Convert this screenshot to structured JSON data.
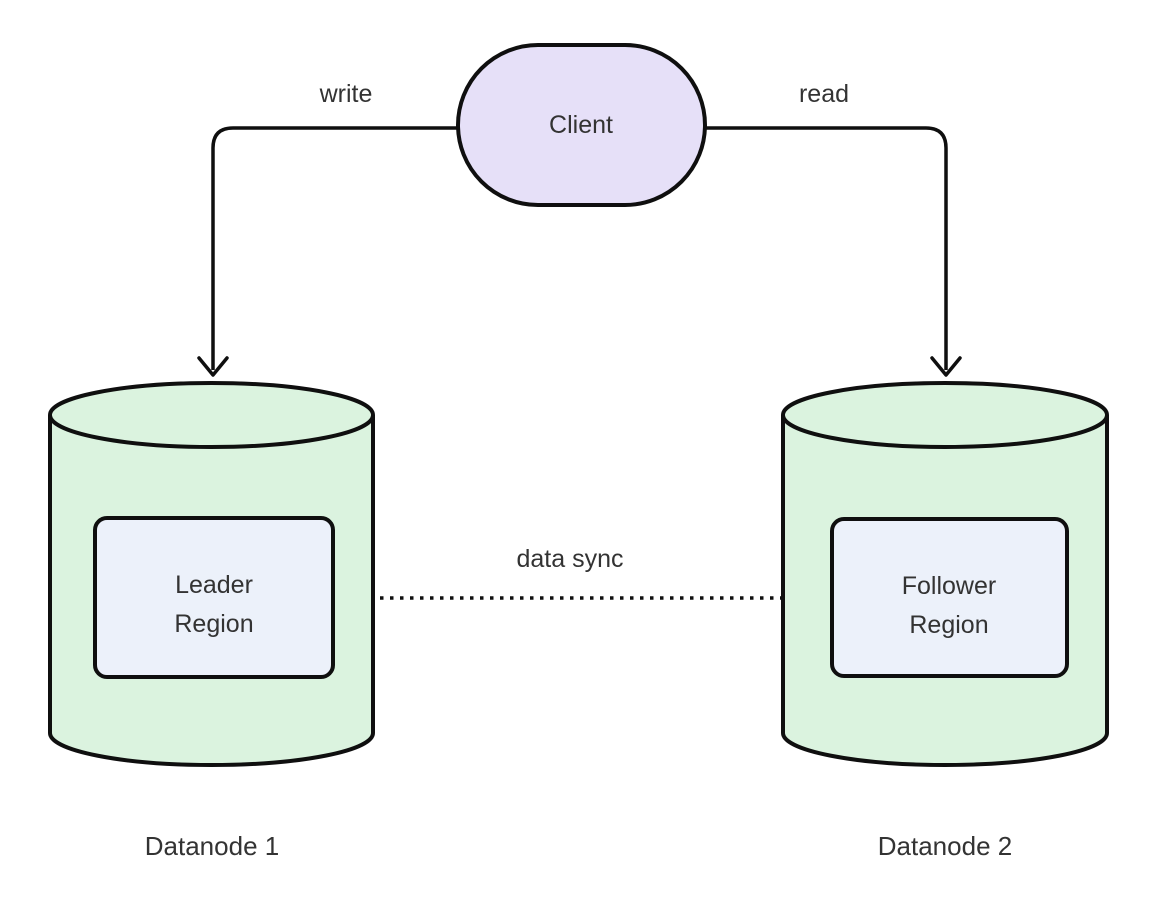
{
  "diagram": {
    "title": "client-read-write-replication-diagram",
    "background": "#ffffff",
    "colors": {
      "client_fill": "#e6e0f8",
      "cylinder_fill": "#dbf3df",
      "region_fill": "#ecf1fa",
      "stroke": "#0f0f0f",
      "text": "#333333"
    },
    "client": {
      "label": "Client"
    },
    "datanode1": {
      "caption": "Datanode 1",
      "region_line1": "Leader",
      "region_line2": "Region"
    },
    "datanode2": {
      "caption": "Datanode 2",
      "region_line1": "Follower",
      "region_line2": "Region"
    },
    "edges": {
      "write": {
        "label": "write",
        "style": "solid",
        "from": "Client",
        "to": "Datanode 1"
      },
      "read": {
        "label": "read",
        "style": "solid",
        "from": "Client",
        "to": "Datanode 2"
      },
      "sync": {
        "label": "data sync",
        "style": "dotted",
        "from": "Leader Region",
        "to": "Follower Region"
      }
    }
  }
}
